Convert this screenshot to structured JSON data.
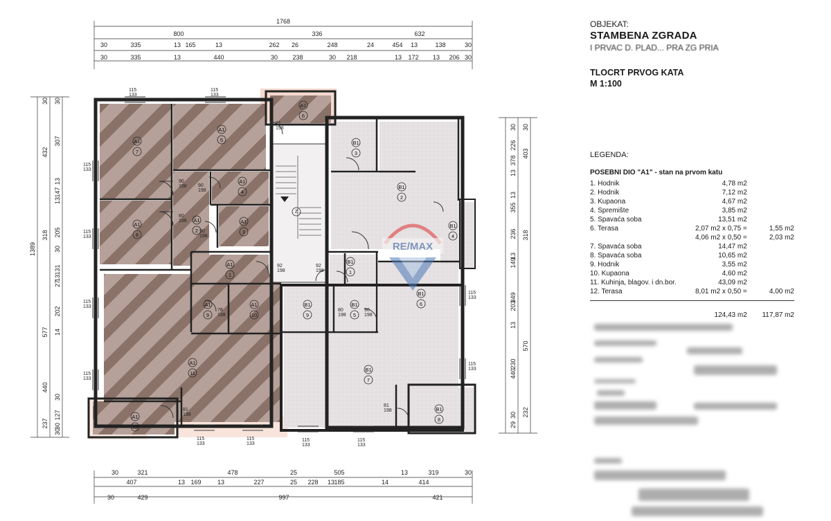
{
  "header": {
    "objekat_label": "OBJEKAT:",
    "objekat_name": "STAMBENA ZGRADA",
    "objekat_sub": "I PRVAC D. PLAD... PRA ZG PRIA",
    "plan_title": "TLOCRT PRVOG KATA",
    "scale": "M 1:100"
  },
  "legend": {
    "label": "LEGENDA:",
    "unit_heading": "POSEBNI DIO \"A1\" - stan na prvom katu",
    "rows": [
      {
        "name": "1. Hodnik",
        "area": "4,78 m2",
        "extra": ""
      },
      {
        "name": "2. Hodnik",
        "area": "7,12 m2",
        "extra": ""
      },
      {
        "name": "3. Kupaona",
        "area": "4,67 m2",
        "extra": ""
      },
      {
        "name": "4. Spremište",
        "area": "3,85 m2",
        "extra": ""
      },
      {
        "name": "5. Spavaća soba",
        "area": "13,51 m2",
        "extra": ""
      },
      {
        "name": "6. Terasa",
        "area": "2,07 m2 x 0,75 =",
        "extra": "1,55 m2"
      },
      {
        "name": "",
        "area": "4,06 m2 x 0,50 =",
        "extra": "2,03 m2"
      },
      {
        "name": "7. Spavaća soba",
        "area": "14,47 m2",
        "extra": ""
      },
      {
        "name": "8. Spavaća soba",
        "area": "10,65 m2",
        "extra": ""
      },
      {
        "name": "9. Hodnik",
        "area": "3,55 m2",
        "extra": ""
      },
      {
        "name": "10. Kupaona",
        "area": "4,60 m2",
        "extra": ""
      },
      {
        "name": "11. Kuhinja, blagov. i dn.bor.",
        "area": "43,09 m2",
        "extra": ""
      },
      {
        "name": "12. Terasa",
        "area": "8,01 m2 x 0,50 =",
        "extra": "4,00 m2"
      }
    ],
    "total_gross": "124,43 m2",
    "total_net": "117,87 m2"
  },
  "plan": {
    "watermark": "RE/MAX",
    "dims_top": [
      "1768",
      "800",
      "336",
      "632"
    ],
    "dims_top_row2": [
      "30",
      "335",
      "13",
      "165",
      "13",
      "262",
      "26",
      "248",
      "24",
      "454",
      "13",
      "138",
      "30"
    ],
    "dims_top_row3": [
      "30",
      "335",
      "13",
      "440",
      "30",
      "238",
      "30",
      "218",
      "13",
      "172",
      "13",
      "206",
      "30"
    ],
    "dims_bottom_row1": [
      "30",
      "321",
      "478",
      "25",
      "505",
      "13",
      "319",
      "30"
    ],
    "dims_bottom_row2": [
      "407",
      "13",
      "169",
      "13",
      "227",
      "25",
      "228",
      "13",
      "185",
      "14",
      "414"
    ],
    "dims_bottom_row3": [
      "30",
      "429",
      "997",
      "421"
    ],
    "dims_left_total": "1389",
    "dims_left_outer": [
      "30",
      "432",
      "318",
      "577",
      "440",
      "237"
    ],
    "dims_left_inner": [
      "30",
      "307",
      "13",
      "147",
      "13",
      "205",
      "30",
      "131",
      "13",
      "27",
      "202",
      "14",
      "30",
      "127",
      "30",
      "30"
    ],
    "dims_right_outer": [
      "30",
      "403",
      "318",
      "570",
      "232"
    ],
    "dims_right_inner": [
      "30",
      "226",
      "13",
      "378",
      "13",
      "355",
      "236",
      "13",
      "149",
      "203",
      "349",
      "13",
      "230",
      "440",
      "30",
      "29"
    ],
    "window_label": [
      "115",
      "133"
    ],
    "door_labels": [
      "81 198",
      "90 198",
      "90 198",
      "80 198",
      "90 198",
      "92 198",
      "92 198",
      "78 198",
      "80 198",
      "90 198",
      "81 198",
      "81 198"
    ],
    "rooms_a": [
      {
        "unit": "A1",
        "num": "7"
      },
      {
        "unit": "A1",
        "num": "5"
      },
      {
        "unit": "A1",
        "num": "6"
      },
      {
        "unit": "A1",
        "num": "4"
      },
      {
        "unit": "A1",
        "num": "8"
      },
      {
        "unit": "A1",
        "num": "2"
      },
      {
        "unit": "A1",
        "num": "3"
      },
      {
        "unit": "A1",
        "num": "1"
      },
      {
        "unit": "A1",
        "num": "9"
      },
      {
        "unit": "A1",
        "num": "10"
      },
      {
        "unit": "A1",
        "num": "11"
      },
      {
        "unit": "A1",
        "num": "12"
      }
    ],
    "rooms_b": [
      {
        "unit": "B1",
        "num": "3"
      },
      {
        "unit": "B1",
        "num": "2"
      },
      {
        "unit": "B1",
        "num": "4"
      },
      {
        "unit": "B1",
        "num": "1"
      },
      {
        "unit": "B1",
        "num": "9"
      },
      {
        "unit": "B1",
        "num": "5"
      },
      {
        "unit": "B1",
        "num": "6"
      },
      {
        "unit": "B1",
        "num": "7"
      },
      {
        "unit": "B1",
        "num": "8"
      }
    ],
    "stair_label": "Z"
  },
  "colors": {
    "hatch_a": "#8a7268",
    "fill_a": "#a48e85",
    "fill_b": "#e4dfe1",
    "wall": "#222222",
    "terrace_highlight": "#f3c7b5"
  }
}
